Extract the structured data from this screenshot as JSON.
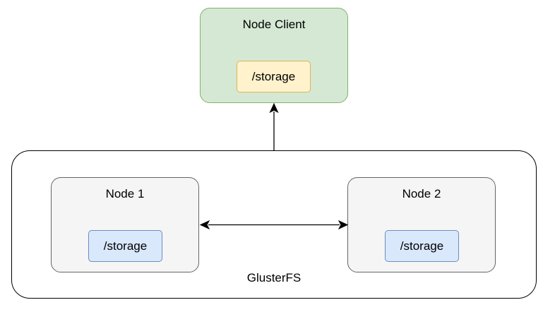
{
  "client": {
    "title": "Node Client",
    "storage": "/storage"
  },
  "cluster": {
    "label": "GlusterFS",
    "nodes": [
      {
        "title": "Node 1",
        "storage": "/storage"
      },
      {
        "title": "Node 2",
        "storage": "/storage"
      }
    ]
  },
  "edges": [
    {
      "from": "cluster",
      "to": "client",
      "direction": "one-way"
    },
    {
      "from": "node-1",
      "to": "node-2",
      "direction": "bidirectional"
    }
  ],
  "colors": {
    "client_fill": "#d5e8d4",
    "client_stroke": "#82b366",
    "client_storage_fill": "#fff2cc",
    "client_storage_stroke": "#d6b656",
    "node_fill": "#f5f5f5",
    "node_stroke": "#666666",
    "node_storage_fill": "#dae8fc",
    "node_storage_stroke": "#6c8ebf",
    "cluster_stroke": "#000000"
  }
}
